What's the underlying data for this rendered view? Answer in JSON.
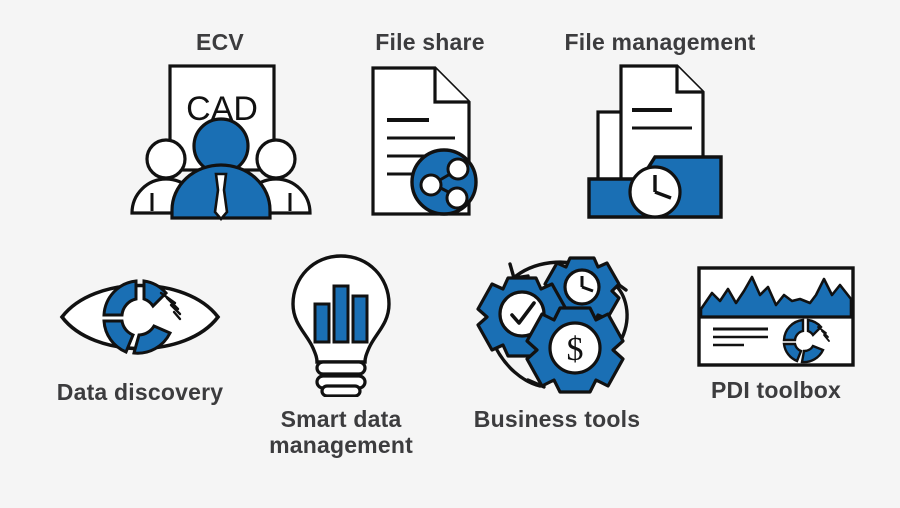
{
  "page": {
    "background_color": "#f5f5f5",
    "accent_color": "#1a6fb4",
    "outline_color": "#111111",
    "text_color": "#3c3c3e",
    "title": "Product capability icon grid"
  },
  "items": [
    {
      "id": "ecv",
      "label": "ECV",
      "label_position": "top",
      "icon_name": "team-cad-presentation-icon",
      "icon_text": "CAD",
      "icon_description": "Three people in front of a whiteboard labeled CAD, center figure filled blue"
    },
    {
      "id": "file-share",
      "label": "File share",
      "label_position": "top",
      "icon_name": "document-share-icon",
      "icon_description": "Document page with folded corner and blue share-nodes badge"
    },
    {
      "id": "file-management",
      "label": "File management",
      "label_position": "top",
      "icon_name": "folder-clock-icon",
      "icon_description": "Blue folder holding documents with a clock face on the front"
    },
    {
      "id": "data-discovery",
      "label": "Data discovery",
      "label_position": "bottom",
      "icon_name": "eye-donut-chart-icon",
      "icon_description": "Eye outline containing a blue segmented donut chart with hatch marks"
    },
    {
      "id": "smart-data-management",
      "label": "Smart data\nmanagement",
      "label_position": "bottom",
      "icon_name": "lightbulb-bar-chart-icon",
      "icon_description": "Light bulb containing three blue bars, middle bar tallest"
    },
    {
      "id": "business-tools",
      "label": "Business tools",
      "label_position": "bottom",
      "icon_name": "gears-cycle-icon",
      "icon_description": "Three blue gears showing checkmark, clock and dollar sign with circular arrows"
    },
    {
      "id": "pdi-toolbox",
      "label": "PDI toolbox",
      "label_position": "bottom",
      "icon_name": "dashboard-chart-icon",
      "icon_description": "Dashboard panel with blue area chart, text lines and donut chart"
    }
  ]
}
